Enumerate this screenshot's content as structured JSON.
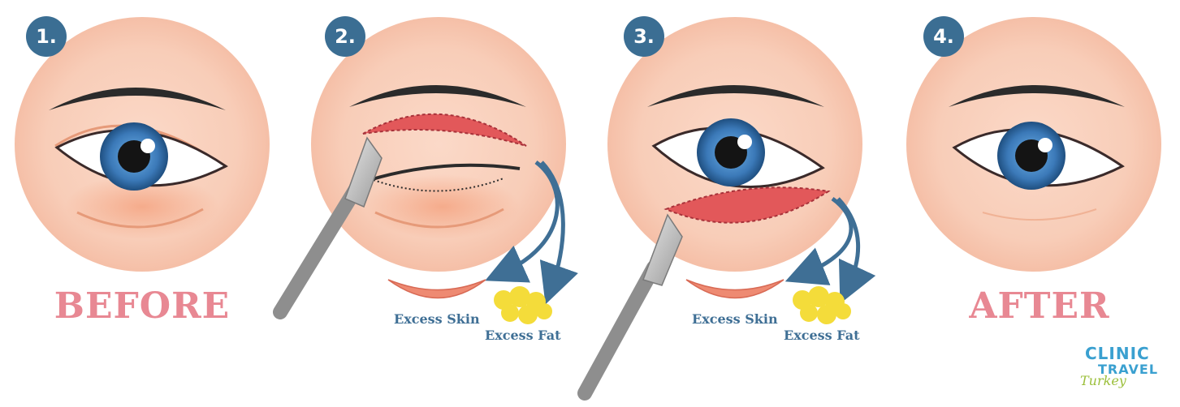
{
  "steps": [
    {
      "badge": "1.",
      "label": "BEFORE"
    },
    {
      "badge": "2.",
      "label": ""
    },
    {
      "badge": "3.",
      "label": ""
    },
    {
      "badge": "4.",
      "label": "AFTER"
    }
  ],
  "excess": {
    "panel2": {
      "skin": "Excess Skin",
      "fat": "Excess Fat"
    },
    "panel3": {
      "skin": "Excess Skin",
      "fat": "Excess Fat"
    }
  },
  "logo": {
    "line1": "CLINIC",
    "line2": "TRAVEL",
    "line3": "Turkey"
  },
  "colors": {
    "skin_circle": "#f8cdb8",
    "skin_warm": "#f4a27f",
    "iris": "#3b79b8",
    "brow": "#2b2b2b",
    "incision": "#e2585a",
    "badge": "#3b6e93",
    "label_pink": "#e88893",
    "arrow_blue": "#3f6f95",
    "fat_yellow": "#f4dc3a",
    "scalpel": "#8e8e8e"
  },
  "icons": [
    "scalpel-icon",
    "curved-arrow-icon",
    "fat-blob-icon",
    "skin-strip-icon"
  ]
}
